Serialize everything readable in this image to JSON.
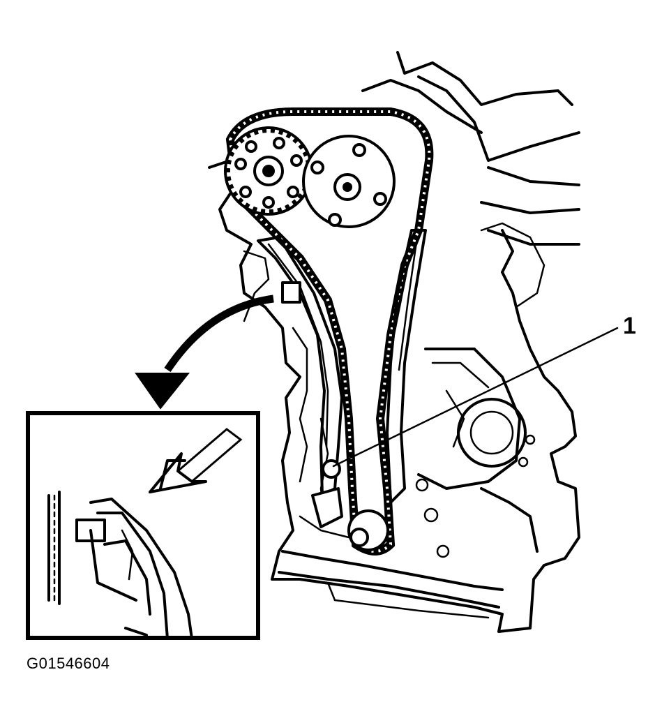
{
  "callout": {
    "number": "1"
  },
  "figure": {
    "id": "G01546604"
  },
  "icons": [
    "engine-block-drawing",
    "timing-chain",
    "camshaft-sprocket",
    "chain-tensioner",
    "curved-arrow",
    "detail-inset",
    "direction-arrow"
  ]
}
